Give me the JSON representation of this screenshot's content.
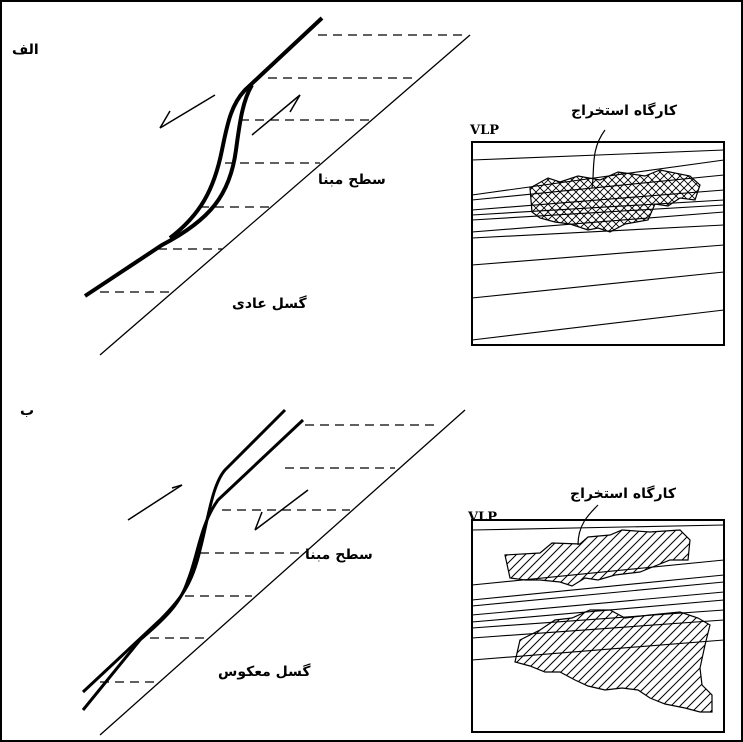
{
  "panel_a": {
    "label": "الف",
    "fault_label": "گسل عادی",
    "surface_label": "سطح مبنا",
    "inset": {
      "vlp_label": "VLP",
      "workings_label": "کارگاه استخراج"
    }
  },
  "panel_b": {
    "label": "ب",
    "fault_label": "گسل معکوس",
    "surface_label": "سطح مبنا",
    "inset": {
      "vlp_label": "VLP",
      "workings_label": "کارگاه استخراج"
    }
  },
  "colors": {
    "ink": "#000000",
    "background": "#ffffff"
  }
}
